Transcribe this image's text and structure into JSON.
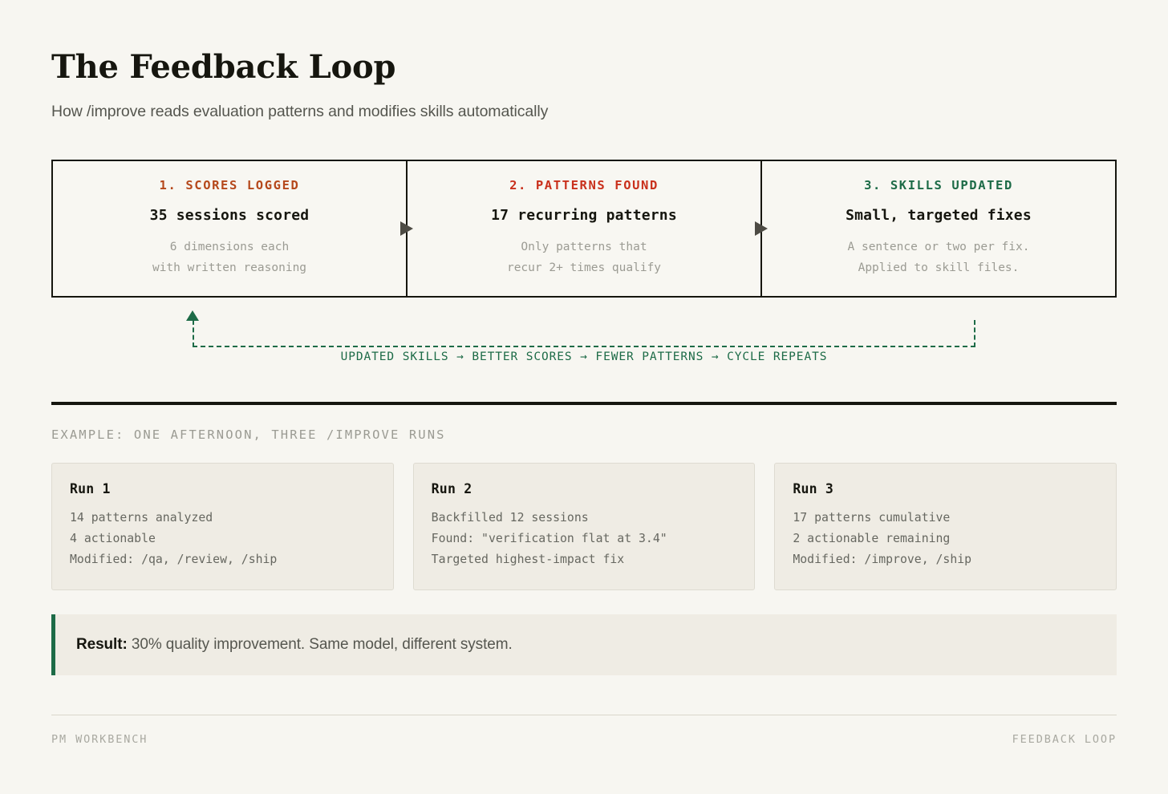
{
  "header": {
    "title": "The Feedback Loop",
    "subtitle": "How /improve reads evaluation patterns and modifies skills automatically"
  },
  "colors": {
    "background": "#f7f6f1",
    "ink": "#16160f",
    "stage1_accent": "#b5481b",
    "stage2_accent": "#c9301c",
    "stage3_accent": "#1d6b47",
    "loop_green": "#1d6b47",
    "muted": "#9b9b93",
    "card_bg": "#efece4"
  },
  "stages": [
    {
      "kicker": "1. SCORES LOGGED",
      "accent": "#b5481b",
      "headline": "35 sessions scored",
      "notes": [
        "6 dimensions each",
        "with written reasoning"
      ],
      "arrow_icon": "triangle-right-icon"
    },
    {
      "kicker": "2. PATTERNS FOUND",
      "accent": "#c9301c",
      "headline": "17 recurring patterns",
      "notes": [
        "Only patterns that",
        "recur 2+ times qualify"
      ],
      "arrow_icon": "triangle-right-icon"
    },
    {
      "kicker": "3. SKILLS UPDATED",
      "accent": "#1d6b47",
      "headline": "Small, targeted fixes",
      "notes": [
        "A sentence or two per fix.",
        "Applied to skill files."
      ],
      "arrow_icon": null
    }
  ],
  "loop": {
    "caption": "UPDATED SKILLS → BETTER SCORES → FEWER PATTERNS → CYCLE REPEATS",
    "arrow_icon": "arrow-up-icon"
  },
  "example": {
    "label": "EXAMPLE: ONE AFTERNOON, THREE /IMPROVE RUNS",
    "runs": [
      {
        "title": "Run 1",
        "lines": [
          "14 patterns analyzed",
          "4 actionable",
          "Modified: /qa, /review, /ship"
        ]
      },
      {
        "title": "Run 2",
        "lines": [
          "Backfilled 12 sessions",
          "Found: \"verification flat at 3.4\"",
          "Targeted highest-impact fix"
        ]
      },
      {
        "title": "Run 3",
        "lines": [
          "17 patterns cumulative",
          "2 actionable remaining",
          "Modified: /improve, /ship"
        ]
      }
    ]
  },
  "result": {
    "label": "Result:",
    "text": " 30% quality improvement. Same model, different system."
  },
  "footer": {
    "left": "PM WORKBENCH",
    "right": "FEEDBACK LOOP"
  }
}
